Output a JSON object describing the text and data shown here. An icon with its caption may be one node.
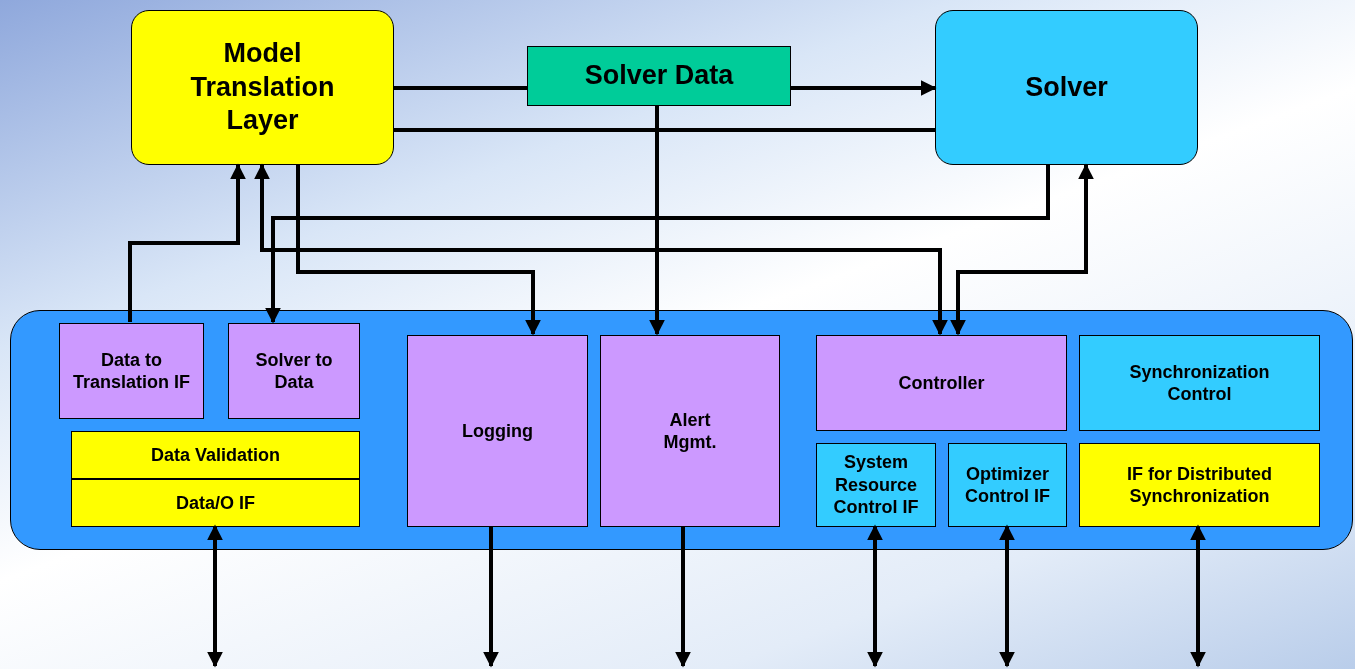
{
  "diagram": {
    "nodes": [
      {
        "text": [
          "Model Translation Layer"
        ]
      },
      {
        "text": [
          "Solver Data"
        ]
      },
      {
        "text": [
          "Solver"
        ]
      },
      {
        "text": [],
        "shape": "box"
      },
      {
        "text": [
          "Data to Translation IF"
        ],
        "in": 3
      },
      {
        "text": [
          "Solver to Data"
        ],
        "in": 3
      },
      {
        "text": [
          "Data Validation"
        ],
        "in": 3
      },
      {
        "text": [
          "Data/O IF"
        ],
        "in": 3
      },
      {
        "text": [
          "Logging"
        ],
        "in": 3
      },
      {
        "text": [
          "Alert Mgmt."
        ],
        "in": 3
      },
      {
        "text": [
          "Controller"
        ],
        "in": 3
      },
      {
        "text": [
          "Synchronization Control"
        ],
        "in": 3
      },
      {
        "text": [
          "System Resource Control IF"
        ],
        "in": 3
      },
      {
        "text": [
          "Optimizer Control IF"
        ],
        "in": 3
      },
      {
        "text": [
          "IF for Distributed Synchronization"
        ],
        "in": 3
      }
    ],
    "edges": [
      {
        "from": 0,
        "to": 1,
        "arrow": "none"
      },
      {
        "from": 1,
        "to": 2,
        "arrow": "to"
      },
      {
        "from": 0,
        "to": 2,
        "arrow": "none"
      },
      {
        "from": 4,
        "to": 0,
        "arrow": "to"
      },
      {
        "from": 2,
        "to": 5,
        "arrow": "to"
      },
      {
        "from": 0,
        "to": 10,
        "arrow": "both"
      },
      {
        "from": 0,
        "to": 8,
        "arrow": "to"
      },
      {
        "from": 1,
        "to": 9,
        "arrow": "to"
      },
      {
        "from": 10,
        "to": 2,
        "arrow": "both"
      },
      {
        "from": 7,
        "to": null,
        "arrow": "both"
      },
      {
        "from": 8,
        "to": null,
        "arrow": "to"
      },
      {
        "from": 9,
        "to": null,
        "arrow": "to"
      },
      {
        "from": 12,
        "to": null,
        "arrow": "both"
      },
      {
        "from": 13,
        "to": null,
        "arrow": "both"
      },
      {
        "from": 14,
        "to": null,
        "arrow": "both"
      }
    ]
  }
}
